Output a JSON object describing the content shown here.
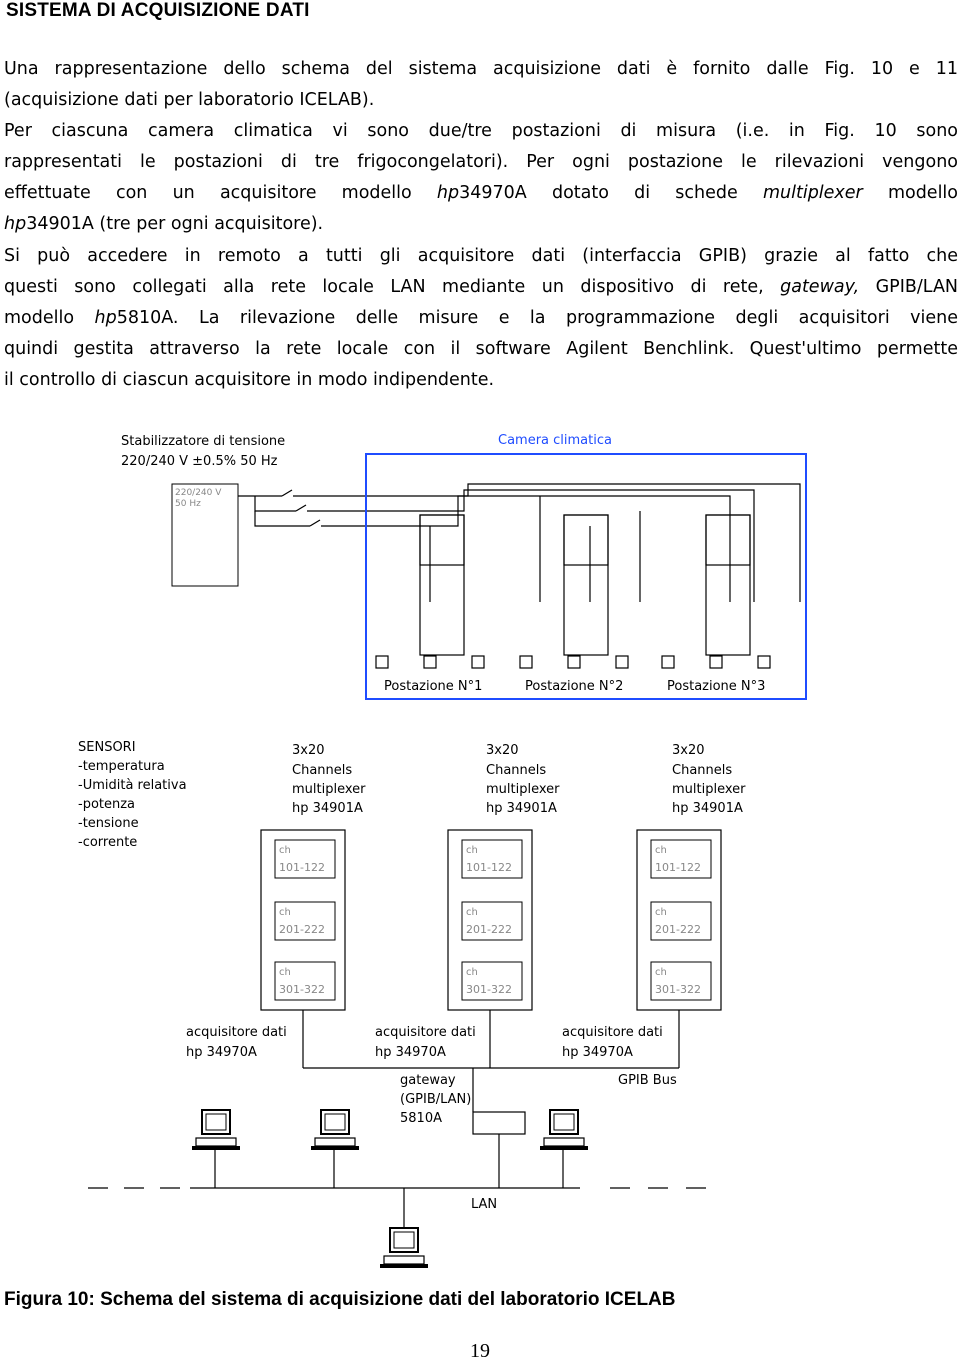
{
  "heading": "SISTEMA DI ACQUISIZIONE DATI",
  "para1": {
    "l1": "Una rappresentazione dello schema del sistema acquisizione dati è fornito dalle Fig. 10 e 11",
    "l2": "(acquisizione dati per laboratorio ICELAB).",
    "l3": "Per ciascuna camera climatica vi sono due/tre postazioni di misura (i.e. in Fig. 10 sono",
    "l4": "rappresentati le postazioni di tre frigocongelatori). Per ogni postazione le rilevazioni vengono",
    "l5a": "effettuate con un acquisitore modello ",
    "l5b": "hp",
    "l5c": "34970A dotato di  schede ",
    "l5d": "multiplexer",
    "l5e": " modello",
    "l6a": "hp",
    "l6b": "34901A (tre per ogni acquisitore)."
  },
  "para2": {
    "l1": "Si può accedere in remoto a tutti gli acquisitore dati (interfaccia GPIB)  grazie al fatto che",
    "l2a": "questi sono collegati alla rete locale LAN mediante un dispositivo di rete, ",
    "l2b": "gateway,",
    "l2c": " GPIB/LAN",
    "l3a": "modello ",
    "l3b": "hp",
    "l3c": "5810A. La rilevazione delle misure e la programmazione degli acquisitori viene",
    "l4": "quindi gestita attraverso la rete locale con il software Agilent Benchlink. Quest'ultimo permette",
    "l5": "il controllo di  ciascun acquisitore in modo indipendente."
  },
  "figure": {
    "stabilizer_title_1": "Stabilizzatore di tensione",
    "stabilizer_title_2": "220/240 V ±0.5% 50 Hz",
    "stabilizer_box_1": "220/240 V",
    "stabilizer_box_2": "50 Hz",
    "chamber_label": "Camera climatica",
    "stations": [
      "Postazione N°1",
      "Postazione N°2",
      "Postazione N°3"
    ],
    "sensors": [
      "SENSORI",
      "-temperatura",
      "-Umidità relativa",
      "-potenza",
      "-tensione",
      "-corrente"
    ],
    "mux_label": [
      "3x20",
      "Channels",
      "multiplexer",
      "hp 34901A"
    ],
    "ch_prefix": "ch",
    "channels": [
      "101-122",
      "201-222",
      "301-322"
    ],
    "acq_label_1": "acquisitore dati",
    "acq_label_2": "hp 34970A",
    "gateway": [
      "gateway",
      "(GPIB/LAN)",
      "5810A"
    ],
    "gpib_bus": "GPIB Bus",
    "lan": "LAN",
    "colors": {
      "blue": "#1f4cff",
      "box_text": "#888888"
    }
  },
  "caption": "Figura 10: Schema del sistema di acquisizione dati del laboratorio ICELAB",
  "page_number": "19"
}
